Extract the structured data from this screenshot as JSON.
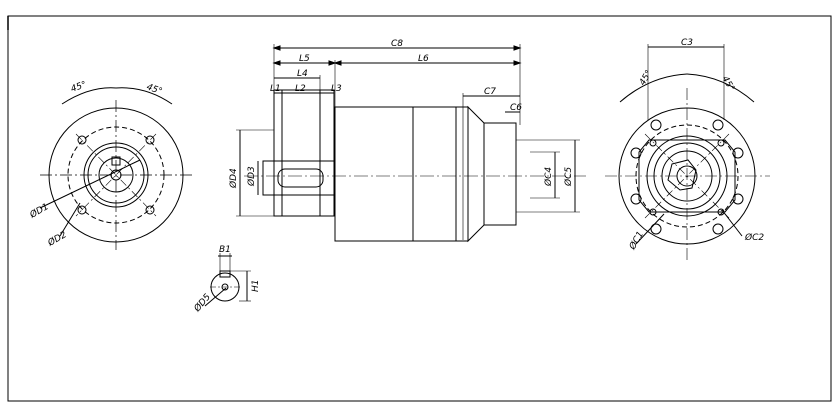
{
  "drawing": {
    "labels": {
      "angle_left_a": "45°",
      "angle_left_b": "45°",
      "d1": "ØD1",
      "d2": "ØD2",
      "c8": "C8",
      "l5": "L5",
      "l6": "L6",
      "l4": "L4",
      "l1": "L1",
      "l2": "L2",
      "l3": "L3",
      "c7": "C7",
      "c6": "C6",
      "d4": "ØD4",
      "d3": "ØD3",
      "c4": "ØC4",
      "c5": "ØC5",
      "c3": "C3",
      "angle_right_a": "45°",
      "angle_right_b": "45°",
      "c1": "ØC1",
      "c2": "ØC2",
      "b1": "B1",
      "h1": "H1",
      "d5": "ØD5"
    },
    "colors": {
      "line": "#000000",
      "background": "#ffffff"
    }
  }
}
